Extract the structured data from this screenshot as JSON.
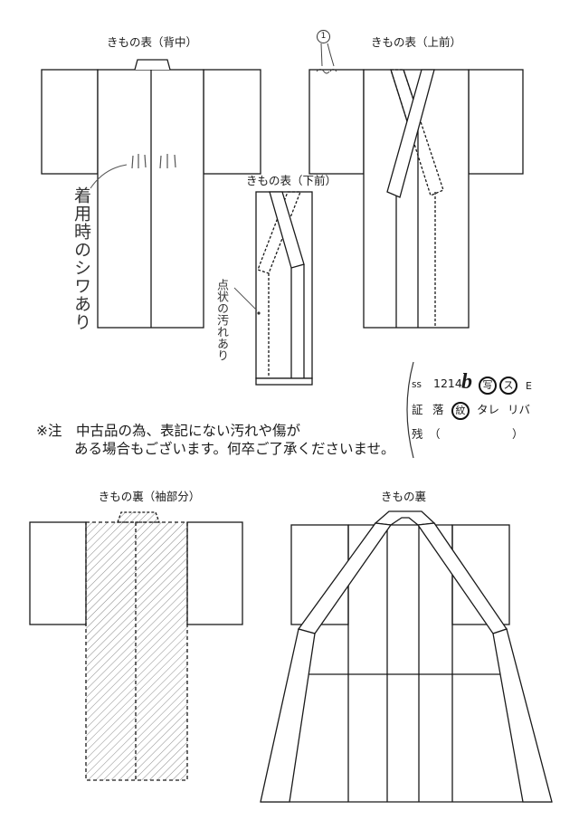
{
  "diagrams": {
    "front_back": {
      "title": "きもの表（背中）",
      "handwritten_note": "着用時のシワあり"
    },
    "front_upper": {
      "title": "きもの表（上前）",
      "marker": "1"
    },
    "front_lower": {
      "title": "きもの表（下前）",
      "handwritten_note": "点状の汚れあり"
    },
    "lining_sleeve": {
      "title": "きもの裏（袖部分）"
    },
    "lining": {
      "title": "きもの裏"
    }
  },
  "inspection_box": {
    "row1": {
      "prefix": "ss",
      "code": "1214",
      "grade": "b",
      "photo": "写",
      "su": "ス",
      "e": "E"
    },
    "row2": {
      "cert": "証",
      "ochi": "落",
      "mon": "紋",
      "tare": "タレ",
      "riba": "リバ"
    },
    "row3": {
      "zan": "残",
      "open_paren": "（",
      "close_paren": "）"
    }
  },
  "notice": {
    "line1": "※注　中古品の為、表記にない汚れや傷が",
    "line2": "ある場合もございます。何卒ご了承くださいませ。"
  }
}
